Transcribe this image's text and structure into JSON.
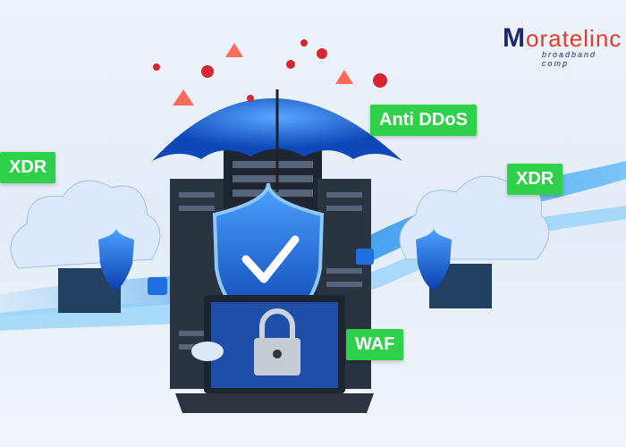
{
  "labels": {
    "anti_ddos": "Anti DDoS",
    "xdr_left": "XDR",
    "xdr_right": "XDR",
    "waf": "WAF"
  },
  "logo": {
    "initial": "M",
    "brand": "oratelinc",
    "tagline": "broadband comp"
  },
  "icons": [
    "umbrella-icon",
    "shield-check-icon",
    "padlock-icon",
    "cloud-icon",
    "server-rack-icon",
    "laptop-icon",
    "bug-icon",
    "warning-icon"
  ],
  "colors": {
    "label_green": "#2fd14a",
    "shield_blue": "#1f6fe0",
    "brand_red": "#e43a2f",
    "brand_navy": "#1d2a6b"
  }
}
